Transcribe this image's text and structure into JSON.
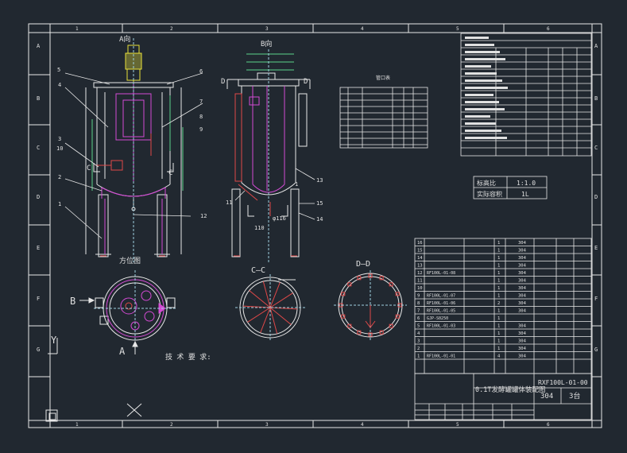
{
  "border": {
    "col_numbers": [
      "1",
      "2",
      "3",
      "4",
      "5",
      "6"
    ],
    "row_letters": [
      "A",
      "B",
      "C",
      "D",
      "E",
      "F",
      "G"
    ]
  },
  "views": {
    "view_a_label": "A向",
    "view_b_label": "B向",
    "plan_label": "方位图",
    "section_cc": "C—C",
    "section_dd": "D—D",
    "section_marks": [
      "C",
      "C",
      "D",
      "D"
    ],
    "plan_marks": [
      "B",
      "A"
    ]
  },
  "balloons_left": [
    "5",
    "4",
    "3",
    "10",
    "2",
    "1"
  ],
  "balloons_right": [
    "6",
    "7",
    "8",
    "9",
    "12"
  ],
  "balloons_b": [
    "13",
    "11",
    "15",
    "14",
    "1"
  ],
  "dims": {
    "d110": "110",
    "d116": "φ116"
  },
  "tech_req": "技  术  要  求:",
  "scale_table": [
    {
      "label": "标高比",
      "value": "1:1.0"
    },
    {
      "label": "实际容积",
      "value": "1L"
    }
  ],
  "small_table_title": "管口表",
  "bom": {
    "rows": [
      {
        "no": "16",
        "code": "",
        "name": "",
        "qty": "1",
        "mat": "304"
      },
      {
        "no": "15",
        "code": "",
        "name": "",
        "qty": "1",
        "mat": "304"
      },
      {
        "no": "14",
        "code": "",
        "name": "",
        "qty": "1",
        "mat": "304"
      },
      {
        "no": "13",
        "code": "",
        "name": "",
        "qty": "1",
        "mat": "304"
      },
      {
        "no": "12",
        "code": "RF100L-01-08",
        "name": "",
        "qty": "1",
        "mat": "304"
      },
      {
        "no": "11",
        "code": "",
        "name": "",
        "qty": "1",
        "mat": "304"
      },
      {
        "no": "10",
        "code": "",
        "name": "",
        "qty": "1",
        "mat": "304"
      },
      {
        "no": "9",
        "code": "RF100L-01-07",
        "name": "",
        "qty": "1",
        "mat": "304"
      },
      {
        "no": "8",
        "code": "RF100L-01-06",
        "name": "",
        "qty": "2",
        "mat": "304"
      },
      {
        "no": "7",
        "code": "RF100L-01-05",
        "name": "",
        "qty": "1",
        "mat": "304"
      },
      {
        "no": "6",
        "code": "GJP-S0250",
        "name": "",
        "qty": "1",
        "mat": ""
      },
      {
        "no": "5",
        "code": "RF100L-01-03",
        "name": "",
        "qty": "1",
        "mat": "304"
      },
      {
        "no": "4",
        "code": "",
        "name": "",
        "qty": "1",
        "mat": "304"
      },
      {
        "no": "3",
        "code": "",
        "name": "",
        "qty": "1",
        "mat": "304"
      },
      {
        "no": "2",
        "code": "",
        "name": "",
        "qty": "1",
        "mat": "304"
      },
      {
        "no": "1",
        "code": "RF100L-01-01",
        "name": "",
        "qty": "4",
        "mat": "304"
      }
    ]
  },
  "title_block": {
    "title": "0.1T发酵罐罐体装配图",
    "drawing_no": "RXF100L-01-00",
    "material": "304",
    "count": "3台"
  }
}
